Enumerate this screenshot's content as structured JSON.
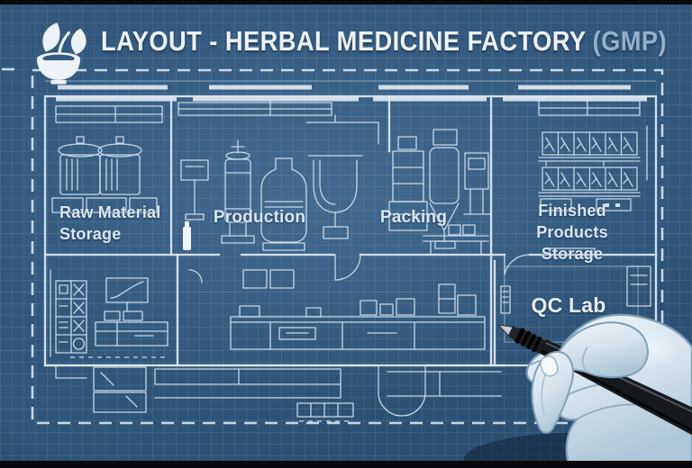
{
  "header": {
    "title_main": "LAYOUT - HERBAL MEDICINE FACTORY",
    "title_gmp": "(GMP)",
    "logo_icon": "mortar-with-leaves-logo"
  },
  "blueprint": {
    "style": "architectural blueprint floor plan, hand-drawn white line art on blue grid paper",
    "rooms": [
      {
        "id": "raw-material-storage",
        "line1": "Raw Material",
        "line2": "Storage",
        "equipment_icons": [
          "storage-pot-icon",
          "storage-pot-icon",
          "pallet-icon",
          "wall-shelf-icon"
        ]
      },
      {
        "id": "production",
        "line1": "Production",
        "line2": "",
        "equipment_icons": [
          "control-panel-icon",
          "sample-vial-icon",
          "process-column-icon",
          "extraction-tank-icon",
          "funnel-vessel-icon",
          "pipework-icon"
        ]
      },
      {
        "id": "packing",
        "line1": "Packing",
        "line2": "",
        "equipment_icons": [
          "cartoner-machine-icon",
          "filling-machine-icon",
          "control-screen-icon",
          "conveyor-icon"
        ]
      },
      {
        "id": "finished-products-storage",
        "line1": "Finished Products",
        "line2": "Storage",
        "equipment_icons": [
          "pallet-rack-row-icon",
          "pallet-rack-row-icon",
          "crate-icon"
        ]
      },
      {
        "id": "qc-lab",
        "line1": "QC Lab",
        "line2": "",
        "equipment_icons": [
          "lab-cabinet-icon",
          "wall-unit-icon"
        ]
      },
      {
        "id": "lab-room-lower-left",
        "line1": "",
        "line2": "",
        "equipment_icons": [
          "cabinet-grid-icon",
          "graph-monitor-icon",
          "workbench-icon"
        ]
      },
      {
        "id": "workshop-lower-middle",
        "line1": "",
        "line2": "",
        "equipment_icons": [
          "long-counter-icon",
          "wall-cabinet-icon",
          "equipment-boxes-icon"
        ]
      }
    ],
    "annotation": "hand-with-pen-illustration"
  },
  "colors": {
    "paper_blue": "#30567c",
    "linework": "#d5e2ee",
    "dashed_frame": "#dde9f3",
    "title_text": "#edf2f7",
    "gmp_accent": "#96b0cc",
    "label_text": "#d9e7f3",
    "pen_body": "#15171a",
    "glove": "#e7f0f6"
  }
}
